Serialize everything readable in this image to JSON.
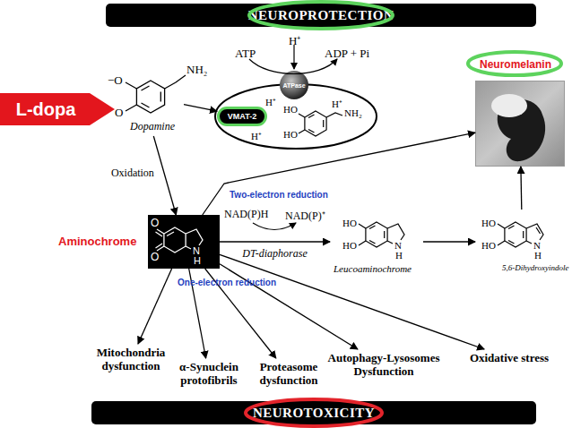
{
  "diagram": {
    "nodes": [
      {
        "text": [
          "NEUROPROTECTION"
        ]
      },
      {
        "text": [
          "L-dopa"
        ]
      },
      {
        "text": [
          "−O",
          "NH₂",
          "O",
          "Dopamine"
        ]
      },
      {
        "text": [
          "H⁺",
          "H⁺"
        ]
      },
      {
        "text": [
          "VMAT-2"
        ],
        "in": 3
      },
      {
        "text": [
          "ATPase"
        ],
        "in": 3
      },
      {
        "text": [
          "HO",
          "H⁺",
          "NH₂",
          "HO"
        ],
        "in": 3
      },
      {
        "text": [
          "Neuromelanin"
        ]
      },
      {
        "text": [
          "Aminochrome",
          "O",
          "O",
          "N",
          "H"
        ]
      },
      {
        "text": [
          "HO",
          "HO",
          "N",
          "H",
          "Leucoaminochrome"
        ]
      },
      {
        "text": [
          "HO",
          "HO",
          "N",
          "H",
          "5,6-Dihydroxyindole"
        ]
      },
      {
        "text": [
          "Mitochondria dysfunction"
        ]
      },
      {
        "text": [
          "α-Synuclein protofibrils"
        ]
      },
      {
        "text": [
          "Proteasome dysfunction"
        ]
      },
      {
        "text": [
          "Autophagy-Lysosomes Dysfunction"
        ]
      },
      {
        "text": [
          "Oxidative stress"
        ]
      },
      {
        "text": [
          "NEUROTOXICITY"
        ]
      }
    ],
    "edges": [
      {
        "from": 2,
        "to": 4,
        "arrow": "to"
      },
      {
        "from": 2,
        "to": 8,
        "label": "Oxidation",
        "arrow": "to"
      },
      {
        "from": 8,
        "to": 9,
        "label": "DT-diaphorase",
        "arrow": "to"
      },
      {
        "from": 9,
        "to": 10,
        "arrow": "to"
      },
      {
        "from": 10,
        "to": 7,
        "arrow": "to"
      },
      {
        "from": 8,
        "to": 7,
        "arrow": "to"
      },
      {
        "from": 8,
        "to": 11,
        "arrow": "to"
      },
      {
        "from": 8,
        "to": 12,
        "arrow": "to"
      },
      {
        "from": 8,
        "to": 13,
        "arrow": "to"
      },
      {
        "from": 8,
        "to": 14,
        "arrow": "to"
      },
      {
        "from": 8,
        "to": 15,
        "arrow": "to"
      }
    ],
    "labels": [
      "ATP",
      "H⁺",
      "ADP + Pi",
      "Two-electron reduction",
      "NAD(P)H",
      "NAD(P)⁺",
      "One-electron reduction"
    ]
  }
}
